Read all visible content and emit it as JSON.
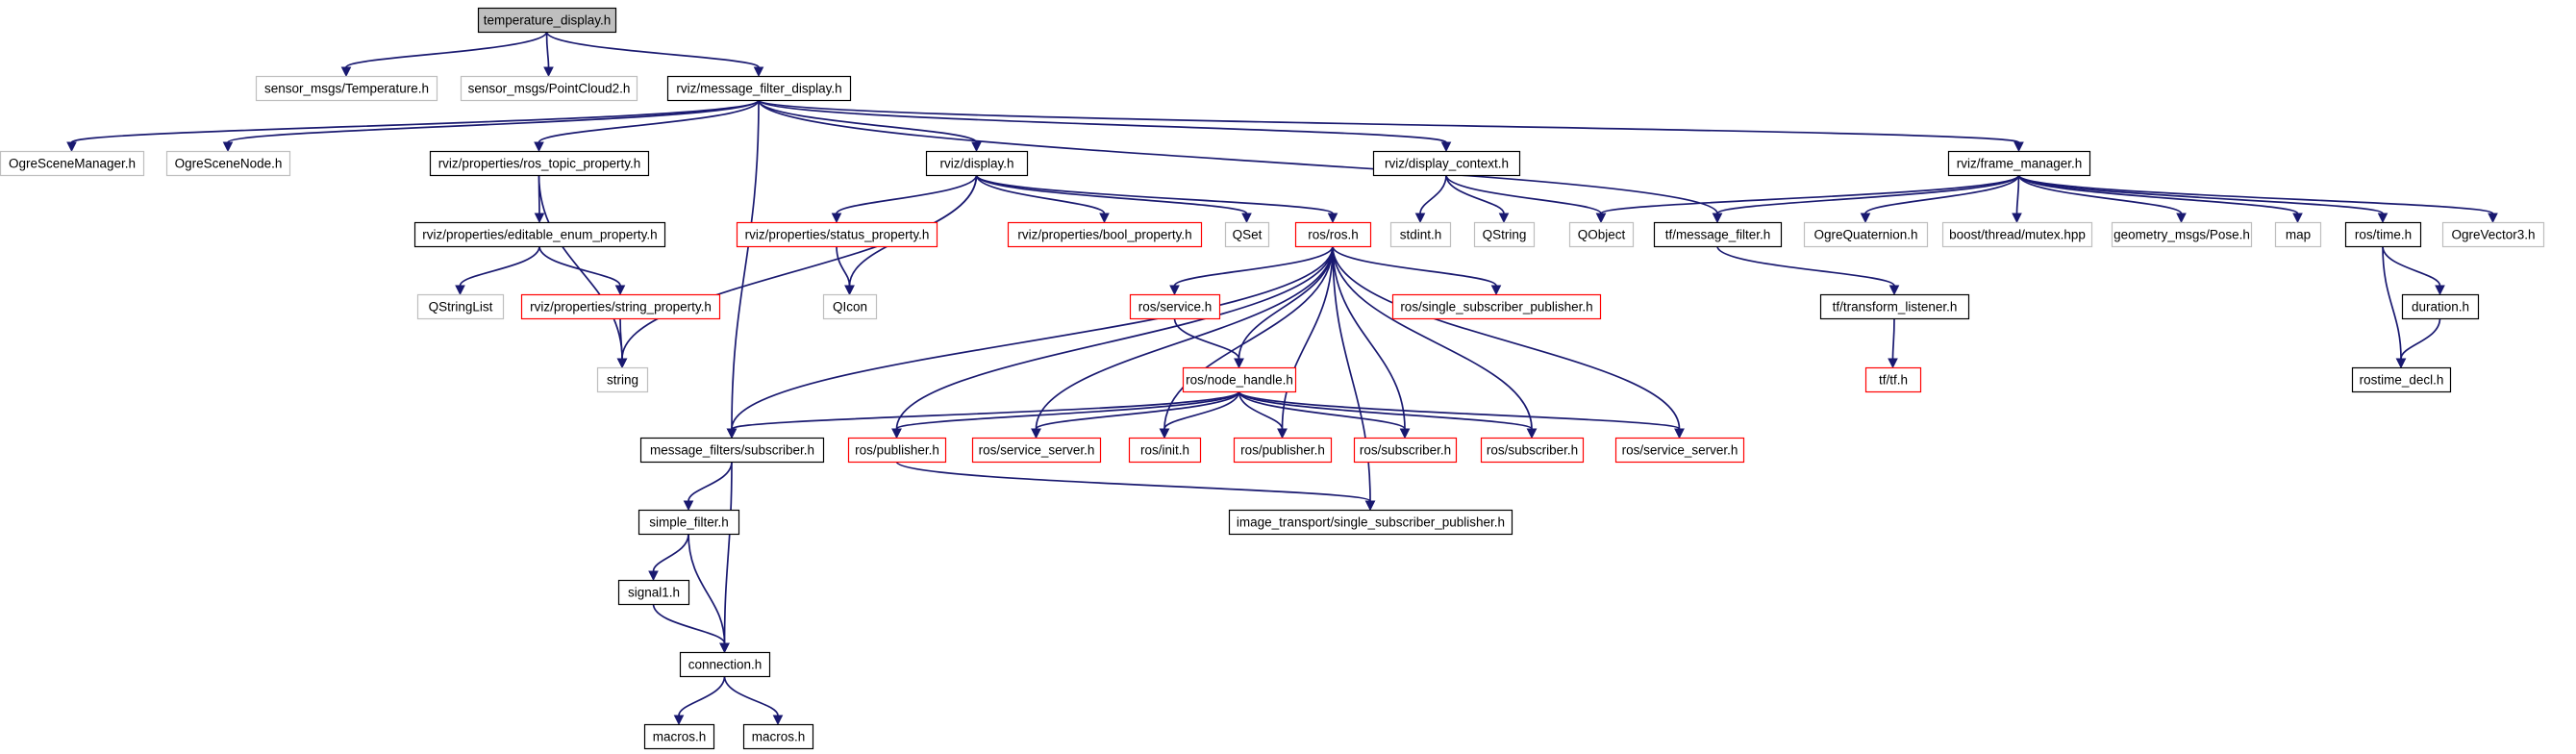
{
  "diagram": {
    "colors": {
      "edge": "#191970",
      "border_normal": "#000000",
      "border_missing": "#bfbfbf",
      "border_linked": "#ff0000",
      "root_fill": "#bfbfbf",
      "text": "#000000"
    },
    "nodes": [
      {
        "id": "temperature_display",
        "label": "temperature_display.h",
        "kind": "root"
      },
      {
        "id": "sensor_temperature",
        "label": "sensor_msgs/Temperature.h",
        "kind": "missing"
      },
      {
        "id": "sensor_pointcloud2",
        "label": "sensor_msgs/PointCloud2.h",
        "kind": "missing"
      },
      {
        "id": "message_filter_display",
        "label": "rviz/message_filter_display.h",
        "kind": "normal"
      },
      {
        "id": "ogre_scene_manager",
        "label": "OgreSceneManager.h",
        "kind": "missing"
      },
      {
        "id": "ogre_scene_node",
        "label": "OgreSceneNode.h",
        "kind": "missing"
      },
      {
        "id": "ros_topic_property",
        "label": "rviz/properties/ros_topic_property.h",
        "kind": "normal"
      },
      {
        "id": "rviz_display",
        "label": "rviz/display.h",
        "kind": "normal"
      },
      {
        "id": "display_context",
        "label": "rviz/display_context.h",
        "kind": "normal"
      },
      {
        "id": "frame_manager",
        "label": "rviz/frame_manager.h",
        "kind": "normal"
      },
      {
        "id": "editable_enum_property",
        "label": "rviz/properties/editable_enum_property.h",
        "kind": "normal"
      },
      {
        "id": "status_property",
        "label": "rviz/properties/status_property.h",
        "kind": "linked"
      },
      {
        "id": "bool_property",
        "label": "rviz/properties/bool_property.h",
        "kind": "linked"
      },
      {
        "id": "qset",
        "label": "QSet",
        "kind": "missing"
      },
      {
        "id": "ros_h",
        "label": "ros/ros.h",
        "kind": "linked"
      },
      {
        "id": "stdint",
        "label": "stdint.h",
        "kind": "missing"
      },
      {
        "id": "qstring",
        "label": "QString",
        "kind": "missing"
      },
      {
        "id": "qobject",
        "label": "QObject",
        "kind": "missing"
      },
      {
        "id": "tf_message_filter",
        "label": "tf/message_filter.h",
        "kind": "normal"
      },
      {
        "id": "ogre_quaternion",
        "label": "OgreQuaternion.h",
        "kind": "missing"
      },
      {
        "id": "boost_mutex",
        "label": "boost/thread/mutex.hpp",
        "kind": "missing"
      },
      {
        "id": "geometry_pose",
        "label": "geometry_msgs/Pose.h",
        "kind": "missing"
      },
      {
        "id": "map",
        "label": "map",
        "kind": "missing"
      },
      {
        "id": "ros_time",
        "label": "ros/time.h",
        "kind": "normal"
      },
      {
        "id": "ogre_vector3",
        "label": "OgreVector3.h",
        "kind": "missing"
      },
      {
        "id": "qstringlist",
        "label": "QStringList",
        "kind": "missing"
      },
      {
        "id": "string_property",
        "label": "rviz/properties/string_property.h",
        "kind": "linked"
      },
      {
        "id": "qicon",
        "label": "QIcon",
        "kind": "missing"
      },
      {
        "id": "ros_service",
        "label": "ros/service.h",
        "kind": "linked"
      },
      {
        "id": "single_subscriber_publisher",
        "label": "ros/single_subscriber_publisher.h",
        "kind": "linked"
      },
      {
        "id": "transform_listener",
        "label": "tf/transform_listener.h",
        "kind": "normal"
      },
      {
        "id": "duration",
        "label": "duration.h",
        "kind": "normal"
      },
      {
        "id": "string",
        "label": "string",
        "kind": "missing"
      },
      {
        "id": "node_handle",
        "label": "ros/node_handle.h",
        "kind": "linked"
      },
      {
        "id": "tf_tf",
        "label": "tf/tf.h",
        "kind": "linked"
      },
      {
        "id": "rostime_decl",
        "label": "rostime_decl.h",
        "kind": "normal"
      },
      {
        "id": "mf_subscriber",
        "label": "message_filters/subscriber.h",
        "kind": "normal"
      },
      {
        "id": "ros_publisher_a",
        "label": "ros/publisher.h",
        "kind": "linked"
      },
      {
        "id": "ros_service_server_a",
        "label": "ros/service_server.h",
        "kind": "linked"
      },
      {
        "id": "ros_init",
        "label": "ros/init.h",
        "kind": "linked"
      },
      {
        "id": "ros_publisher_b",
        "label": "ros/publisher.h",
        "kind": "linked"
      },
      {
        "id": "ros_subscriber_a",
        "label": "ros/subscriber.h",
        "kind": "linked"
      },
      {
        "id": "ros_subscriber_b",
        "label": "ros/subscriber.h",
        "kind": "linked"
      },
      {
        "id": "ros_service_server_b",
        "label": "ros/service_server.h",
        "kind": "linked"
      },
      {
        "id": "image_transport_ssp",
        "label": "image_transport/single_subscriber_publisher.h",
        "kind": "normal"
      },
      {
        "id": "simple_filter",
        "label": "simple_filter.h",
        "kind": "normal"
      },
      {
        "id": "signal1",
        "label": "signal1.h",
        "kind": "normal"
      },
      {
        "id": "connection",
        "label": "connection.h",
        "kind": "normal"
      },
      {
        "id": "macros_a",
        "label": "macros.h",
        "kind": "normal"
      },
      {
        "id": "macros_b",
        "label": "macros.h",
        "kind": "normal"
      }
    ],
    "edges": [
      [
        "temperature_display",
        "sensor_temperature"
      ],
      [
        "temperature_display",
        "sensor_pointcloud2"
      ],
      [
        "temperature_display",
        "message_filter_display"
      ],
      [
        "message_filter_display",
        "ogre_scene_manager"
      ],
      [
        "message_filter_display",
        "ogre_scene_node"
      ],
      [
        "message_filter_display",
        "ros_topic_property"
      ],
      [
        "message_filter_display",
        "rviz_display"
      ],
      [
        "message_filter_display",
        "display_context"
      ],
      [
        "message_filter_display",
        "frame_manager"
      ],
      [
        "message_filter_display",
        "tf_message_filter"
      ],
      [
        "message_filter_display",
        "mf_subscriber"
      ],
      [
        "ros_topic_property",
        "editable_enum_property"
      ],
      [
        "ros_topic_property",
        "string"
      ],
      [
        "editable_enum_property",
        "qstringlist"
      ],
      [
        "editable_enum_property",
        "string_property"
      ],
      [
        "string_property",
        "string"
      ],
      [
        "rviz_display",
        "status_property"
      ],
      [
        "rviz_display",
        "bool_property"
      ],
      [
        "rviz_display",
        "qset"
      ],
      [
        "rviz_display",
        "ros_h"
      ],
      [
        "rviz_display",
        "qicon"
      ],
      [
        "rviz_display",
        "string"
      ],
      [
        "status_property",
        "qicon"
      ],
      [
        "display_context",
        "stdint"
      ],
      [
        "display_context",
        "qstring"
      ],
      [
        "display_context",
        "qobject"
      ],
      [
        "frame_manager",
        "qobject"
      ],
      [
        "frame_manager",
        "tf_message_filter"
      ],
      [
        "frame_manager",
        "ogre_quaternion"
      ],
      [
        "frame_manager",
        "boost_mutex"
      ],
      [
        "frame_manager",
        "geometry_pose"
      ],
      [
        "frame_manager",
        "map"
      ],
      [
        "frame_manager",
        "ros_time"
      ],
      [
        "frame_manager",
        "ogre_vector3"
      ],
      [
        "tf_message_filter",
        "transform_listener"
      ],
      [
        "transform_listener",
        "tf_tf"
      ],
      [
        "ros_time",
        "duration"
      ],
      [
        "ros_time",
        "rostime_decl"
      ],
      [
        "duration",
        "rostime_decl"
      ],
      [
        "ros_h",
        "ros_service"
      ],
      [
        "ros_h",
        "single_subscriber_publisher"
      ],
      [
        "ros_h",
        "node_handle"
      ],
      [
        "ros_h",
        "mf_subscriber"
      ],
      [
        "ros_h",
        "ros_publisher_a"
      ],
      [
        "ros_h",
        "ros_service_server_a"
      ],
      [
        "ros_h",
        "ros_init"
      ],
      [
        "ros_h",
        "ros_publisher_b"
      ],
      [
        "ros_h",
        "ros_subscriber_a"
      ],
      [
        "ros_h",
        "ros_subscriber_b"
      ],
      [
        "ros_h",
        "ros_service_server_b"
      ],
      [
        "ros_h",
        "image_transport_ssp"
      ],
      [
        "ros_service",
        "node_handle"
      ],
      [
        "node_handle",
        "mf_subscriber"
      ],
      [
        "node_handle",
        "ros_publisher_a"
      ],
      [
        "node_handle",
        "ros_service_server_a"
      ],
      [
        "node_handle",
        "ros_init"
      ],
      [
        "node_handle",
        "ros_publisher_b"
      ],
      [
        "node_handle",
        "ros_subscriber_a"
      ],
      [
        "node_handle",
        "ros_subscriber_b"
      ],
      [
        "node_handle",
        "ros_service_server_b"
      ],
      [
        "ros_publisher_a",
        "image_transport_ssp"
      ],
      [
        "mf_subscriber",
        "simple_filter"
      ],
      [
        "mf_subscriber",
        "connection"
      ],
      [
        "simple_filter",
        "signal1"
      ],
      [
        "simple_filter",
        "connection"
      ],
      [
        "signal1",
        "connection"
      ],
      [
        "connection",
        "macros_a"
      ],
      [
        "connection",
        "macros_b"
      ]
    ]
  }
}
